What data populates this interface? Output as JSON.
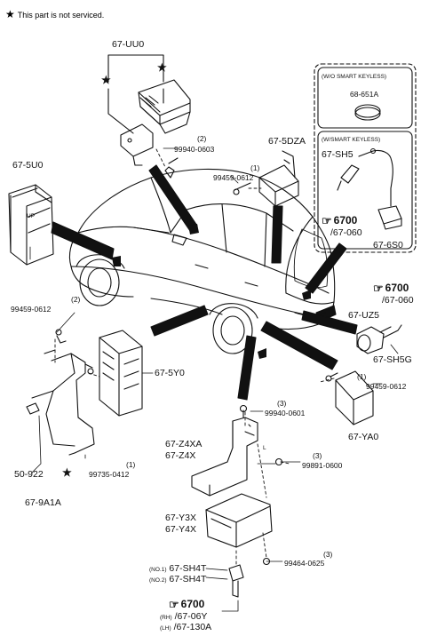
{
  "note": {
    "star": "★",
    "text": "This part is not serviced."
  },
  "inset": {
    "wo_label": "(W/O SMART KEYLESS)",
    "w_label": "(W/SMART KEYLESS)"
  },
  "labels": {
    "p67UU0": "67-UU0",
    "q99940_0603": "(2)",
    "p99940_0603": "99940-0603",
    "p68_651A": "68-651A",
    "p67_5DZA": "67-5DZA",
    "q99459_0612_top": "(1)",
    "p99459_0612_top": "99459-0612",
    "p67_SH5": "67-SH5",
    "ref6700_inset": "6700",
    "ref67_060_inset": "/67-060",
    "p67_6S0": "67-6S0",
    "p67_5U0": "67-5U0",
    "q99459_0612_left": "(2)",
    "p99459_0612_left": "99459-0612",
    "ref6700_right": "6700",
    "ref67_060_right": "/67-060",
    "p67_UZ5": "67-UZ5",
    "p67_SH5G": "67-SH5G",
    "p67_5Y0": "67-5Y0",
    "q99459_0612_right": "(1)",
    "p99459_0612_right": "99459-0612",
    "q99940_0601": "(3)",
    "p99940_0601": "99940-0601",
    "p67_YA0": "67-YA0",
    "p67_Z4XA": "67-Z4XA",
    "p67_Z4X": "67-Z4X",
    "q99891_0600": "(3)",
    "p99891_0600": "99891-0600",
    "p50_922": "50-922",
    "q99735_0412": "(1)",
    "p99735_0412": "99735-0412",
    "p67_9A1A": "67-9A1A",
    "p67_Y3X": "67-Y3X",
    "p67_Y4X": "67-Y4X",
    "q99464_0625": "(3)",
    "p99464_0625": "99464-0625",
    "no1": "(NO.1)",
    "p67_SH4T_1": "67-SH4T",
    "no2": "(NO.2)",
    "p67_SH4T_2": "67-SH4T",
    "ref6700_bottom": "6700",
    "rh": "(RH)",
    "ref67_06Y": "/67-06Y",
    "lh": "(LH)",
    "ref67_130A": "/67-130A",
    "up_mark": "UP",
    "l_mark": "L",
    "star": "★"
  }
}
